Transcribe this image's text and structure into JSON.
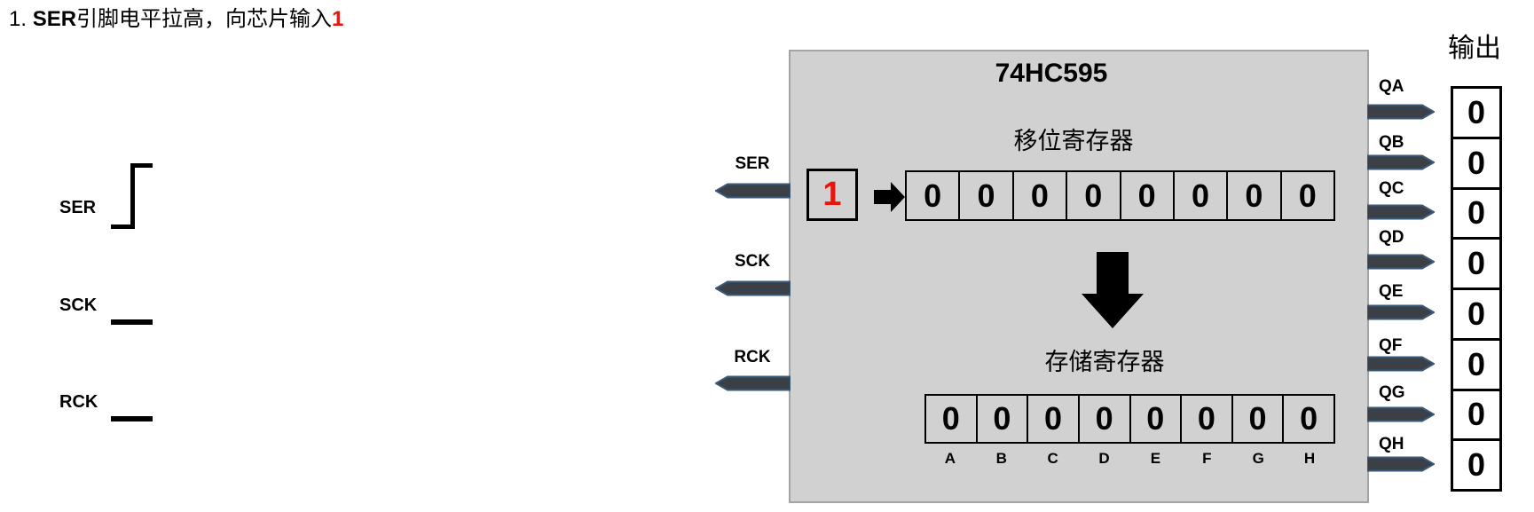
{
  "header": {
    "step_prefix": "1. ",
    "pin_name": "SER",
    "description": "引脚电平拉高，向芯片输入",
    "input_value": "1"
  },
  "timing": {
    "signals": [
      {
        "label": "SER",
        "state": "rising-high"
      },
      {
        "label": "SCK",
        "state": "low"
      },
      {
        "label": "RCK",
        "state": "low"
      }
    ]
  },
  "chip": {
    "title": "74HC595",
    "input_bit": "1",
    "shift_register": {
      "label": "移位寄存器",
      "cells": [
        "0",
        "0",
        "0",
        "0",
        "0",
        "0",
        "0",
        "0"
      ]
    },
    "storage_register": {
      "label": "存储寄存器",
      "cells": [
        "0",
        "0",
        "0",
        "0",
        "0",
        "0",
        "0",
        "0"
      ],
      "cell_labels": [
        "A",
        "B",
        "C",
        "D",
        "E",
        "F",
        "G",
        "H"
      ]
    },
    "left_pins": [
      "SER",
      "SCK",
      "RCK"
    ],
    "right_pins": [
      "QA",
      "QB",
      "QC",
      "QD",
      "QE",
      "QF",
      "QG",
      "QH"
    ]
  },
  "output": {
    "title": "输出",
    "cells": [
      "0",
      "0",
      "0",
      "0",
      "0",
      "0",
      "0",
      "0"
    ]
  },
  "colors": {
    "chip_fill": "#d1d1d1",
    "chip_border": "#a3a3a3",
    "pin_fill": "#3a4046",
    "pin_stroke": "#3a5a7a",
    "highlight_red": "#e8150d",
    "ink": "#000000"
  }
}
